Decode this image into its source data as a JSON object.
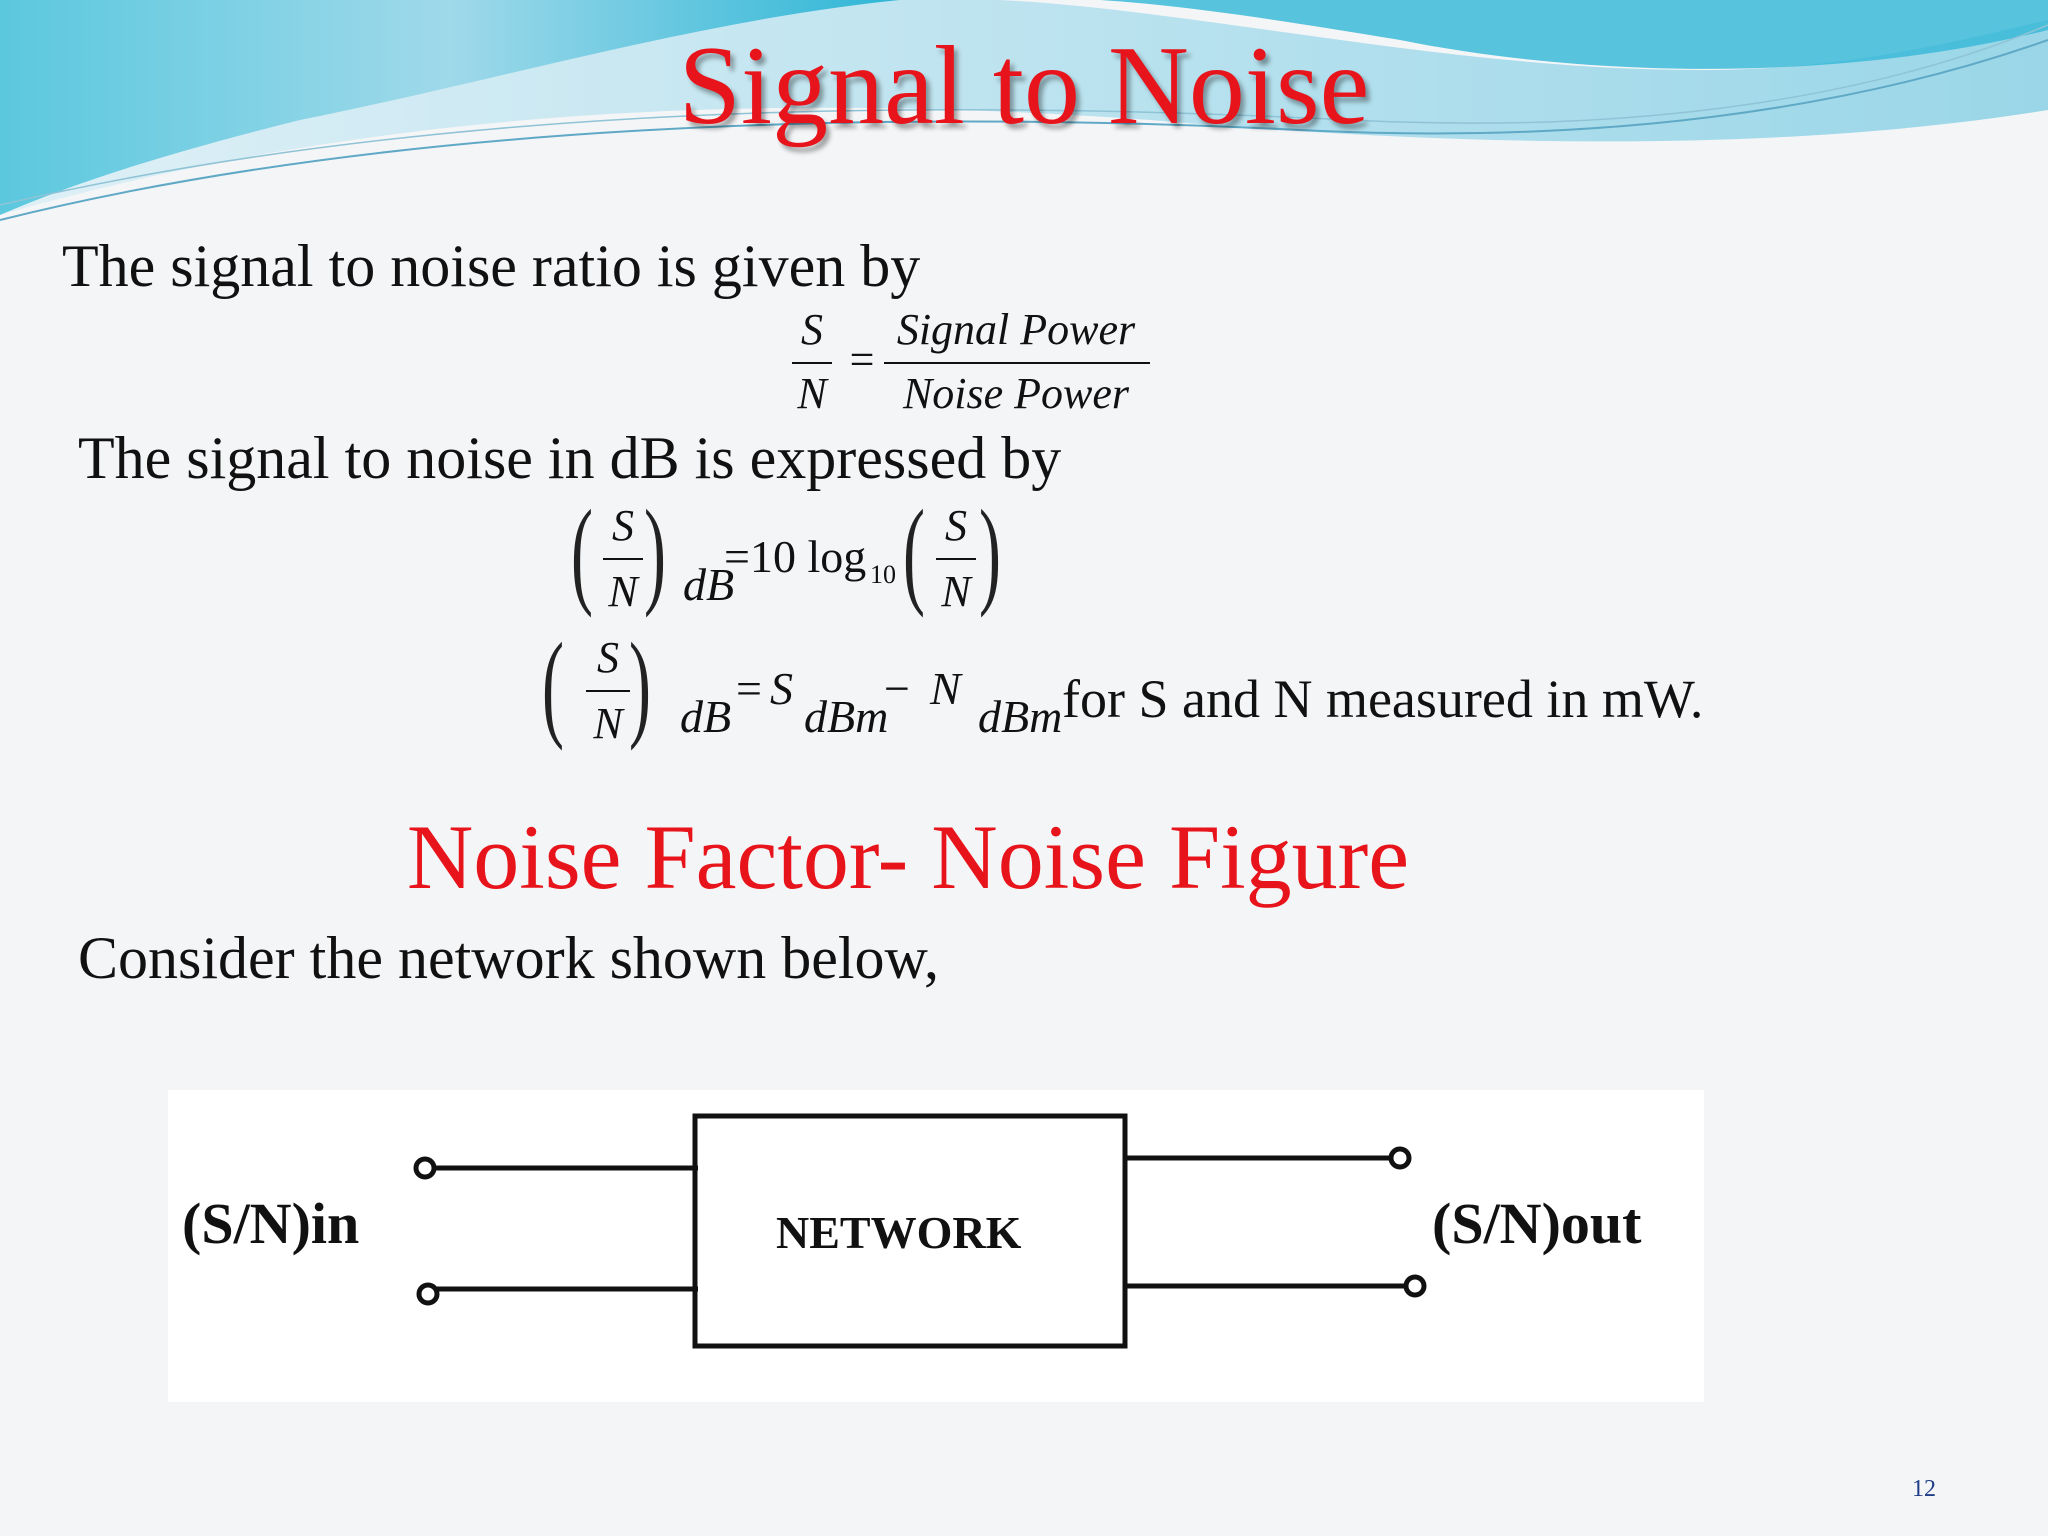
{
  "slide": {
    "title": "Signal to Noise",
    "intro": "The signal to noise ratio is given by",
    "eq1": {
      "lhs_num": "S",
      "lhs_den": "N",
      "equals": "=",
      "rhs_num": "Signal Power",
      "rhs_den": "Noise Power"
    },
    "db_intro": "The signal to noise in dB is expressed by",
    "eq2": {
      "num": "S",
      "den": "N",
      "sub": "dB",
      "rhs": "=10 log",
      "base": "10",
      "num2": "S",
      "den2": "N"
    },
    "eq3": {
      "num": "S",
      "den": "N",
      "sub": "dB",
      "eq": "=",
      "s_term": "S",
      "s_sub": "dBm",
      "minus": "−",
      "n_term": "N",
      "n_sub": "dBm",
      "note": "for S and N measured in mW."
    },
    "subtitle": "Noise Factor- Noise Figure",
    "network_intro": "Consider the network shown below,",
    "diagram": {
      "input_label": "(S/N)in",
      "network_label": "NETWORK",
      "output_label": "(S/N)out"
    },
    "page_number": "12"
  }
}
